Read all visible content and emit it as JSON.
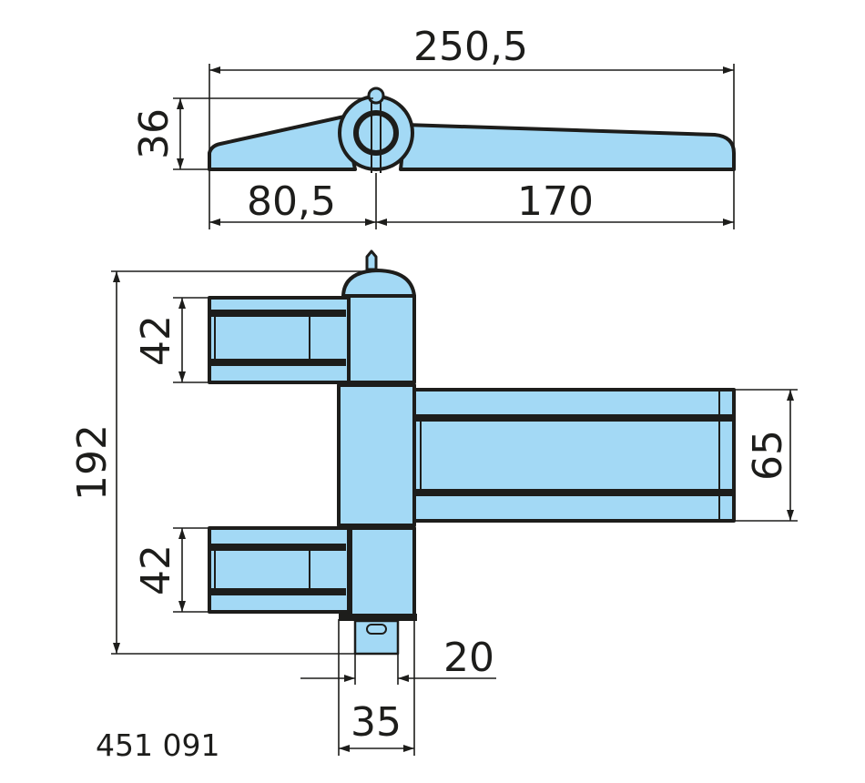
{
  "dimensions": {
    "total_length": "250,5",
    "height_top_view": "36",
    "left_length": "80,5",
    "right_length": "170",
    "overall_height": "192",
    "upper_leaf_height": "42",
    "lower_leaf_height": "42",
    "right_leaf_height": "65",
    "pin_width": "20",
    "knuckle_width": "35"
  },
  "article_number": "451 091",
  "colors": {
    "fill": "#a3d9f5",
    "line": "#1d1d1b"
  }
}
